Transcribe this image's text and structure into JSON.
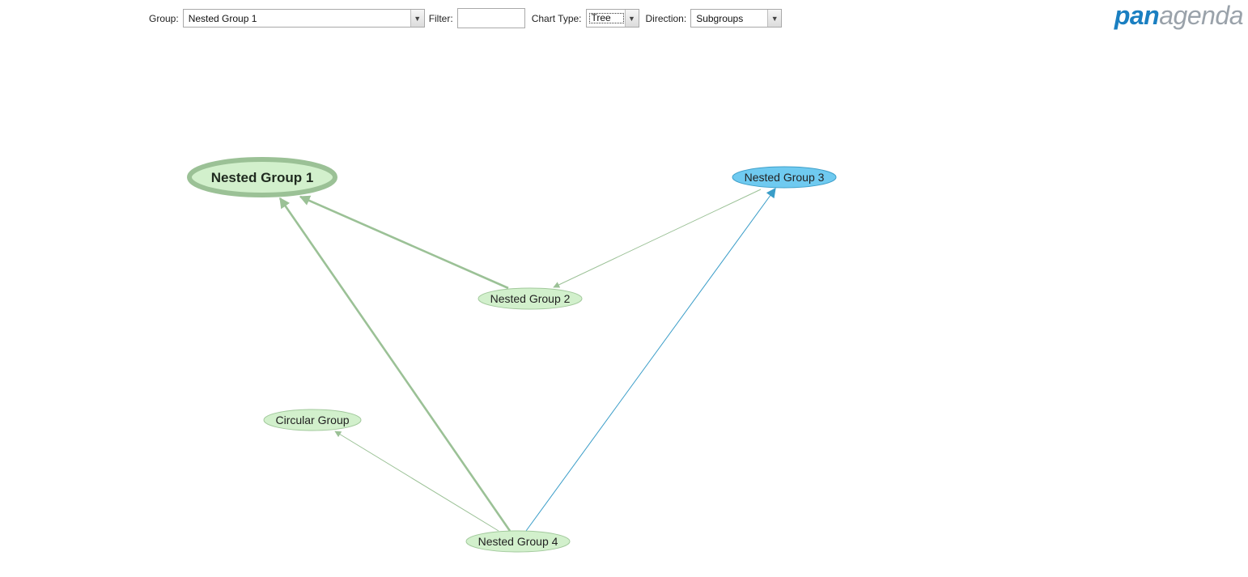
{
  "toolbar": {
    "group_label": "Group:",
    "group_value": "Nested Group 1",
    "filter_label": "Filter:",
    "filter_value": "",
    "chart_type_label": "Chart Type:",
    "chart_type_value": "Tree",
    "direction_label": "Direction:",
    "direction_value": "Subgroups"
  },
  "logo": {
    "part1": "pan",
    "part2": "agenda",
    "color_pan": "#1a7fc1",
    "color_agenda": "#9aa2aa"
  },
  "graph": {
    "nodes": [
      {
        "id": "n1",
        "label": "Nested Group 1",
        "style": "root"
      },
      {
        "id": "n2",
        "label": "Nested Group 2",
        "style": "normal"
      },
      {
        "id": "n3",
        "label": "Nested Group 3",
        "style": "highlight"
      },
      {
        "id": "c",
        "label": "Circular Group",
        "style": "normal"
      },
      {
        "id": "n4",
        "label": "Nested Group 4",
        "style": "normal"
      }
    ],
    "edges": [
      {
        "from": "n2",
        "to": "n1",
        "style": "thick"
      },
      {
        "from": "n4",
        "to": "n1",
        "style": "thick"
      },
      {
        "from": "n3",
        "to": "n2",
        "style": "thin"
      },
      {
        "from": "n4",
        "to": "c",
        "style": "thin"
      },
      {
        "from": "n4",
        "to": "n3",
        "style": "blue"
      }
    ],
    "colors": {
      "node_fill": "#d2f0cc",
      "node_stroke": "#a2c99c",
      "root_stroke": "#9bc196",
      "highlight_fill": "#6fcaf0",
      "highlight_stroke": "#3e9fc9",
      "edge_green": "#9bc196",
      "edge_blue": "#3a9dc8"
    }
  }
}
